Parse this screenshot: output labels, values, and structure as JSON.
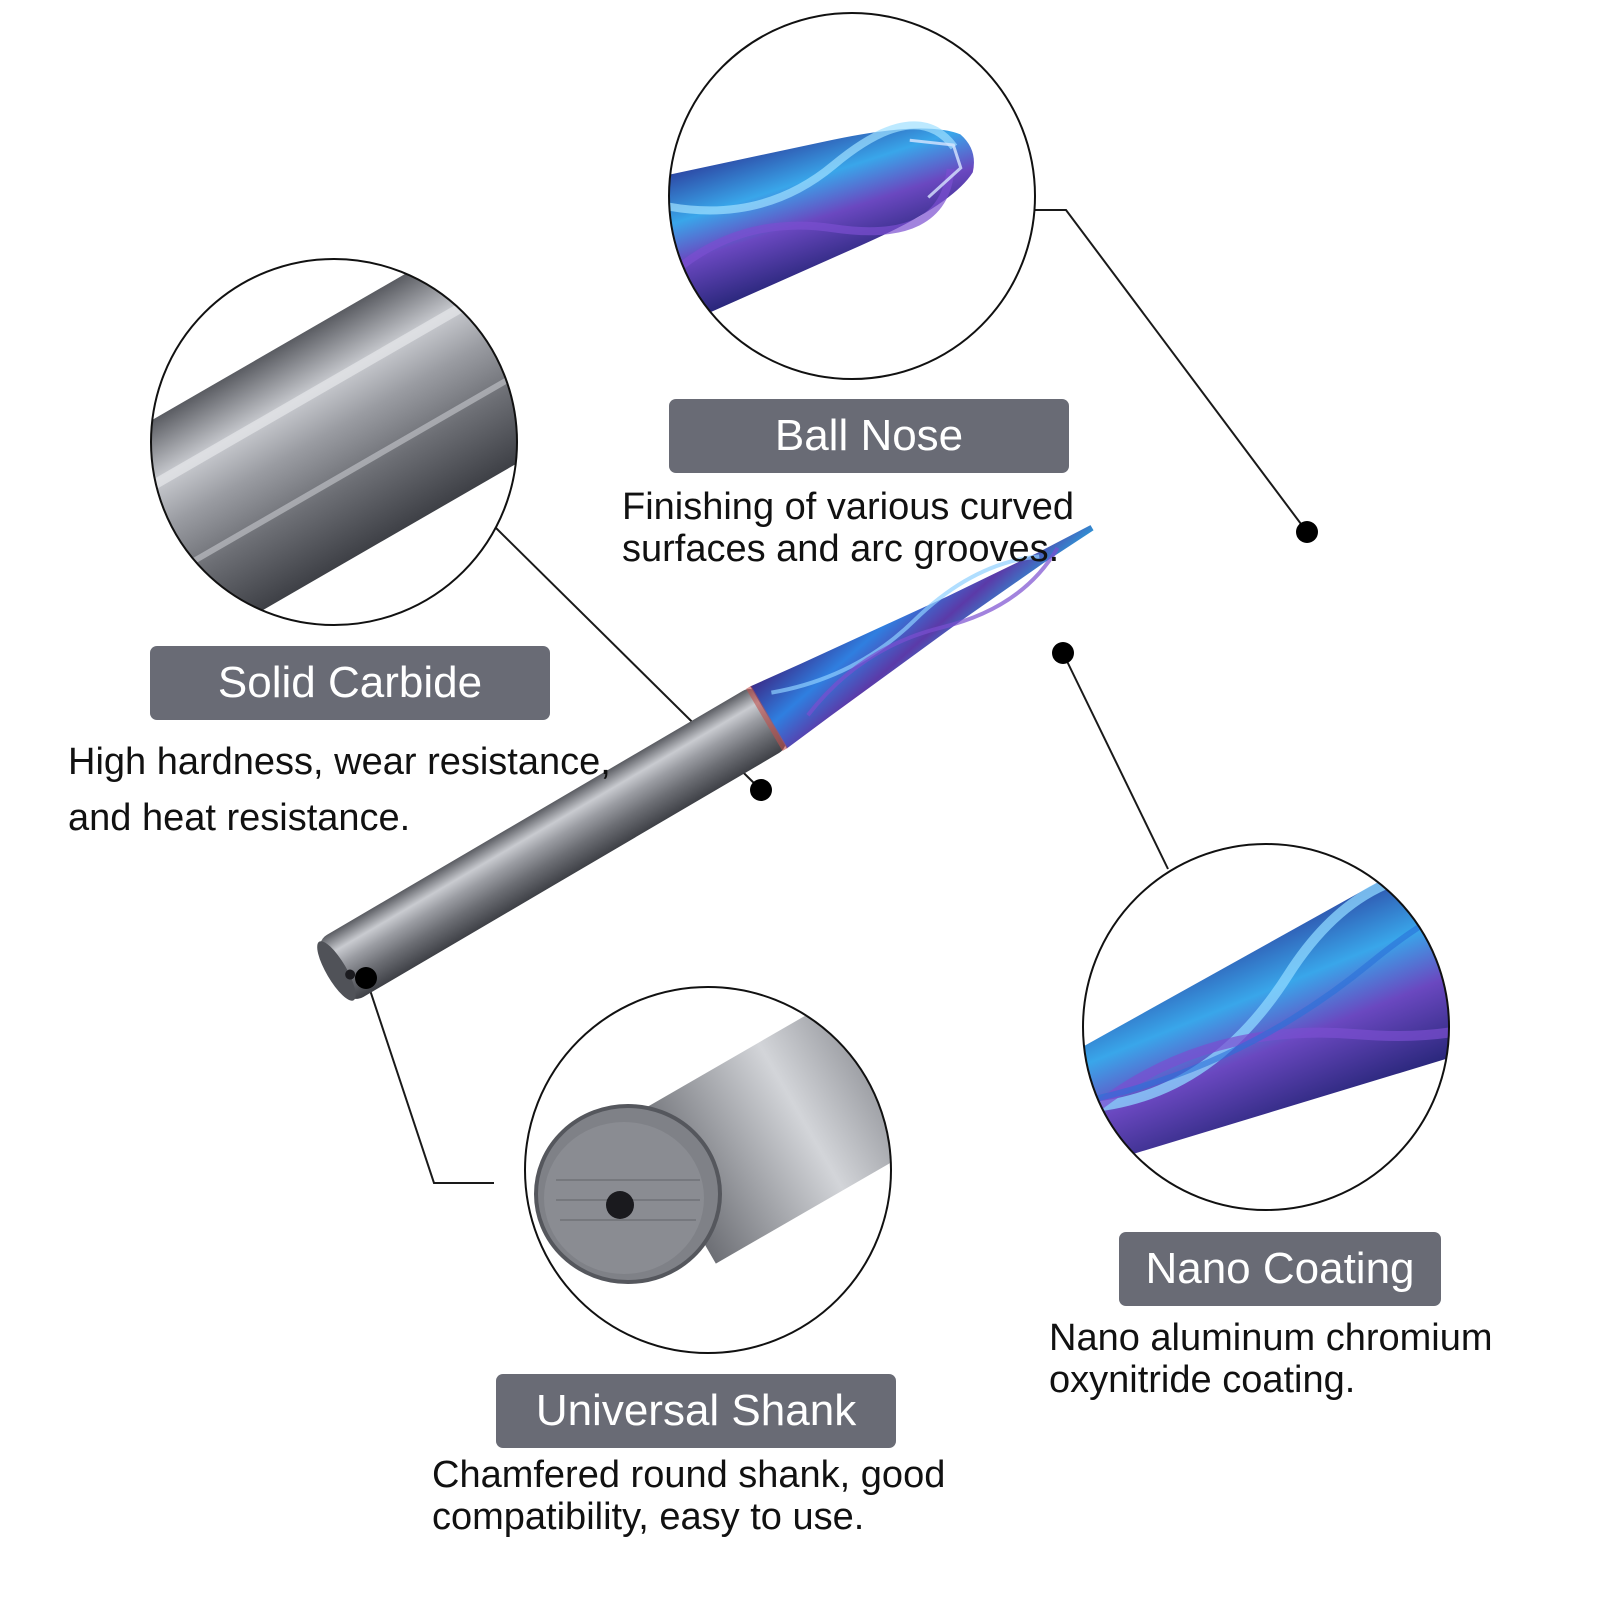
{
  "colors": {
    "label_bg": "#696b75",
    "label_text": "#ffffff",
    "desc_text": "#111111",
    "coating_blue": "#3a7ad8",
    "coating_purple": "#5b3aa8",
    "shank_gray": "#8e9096"
  },
  "features": {
    "ball_nose": {
      "title": "Ball Nose",
      "line1": "Finishing of various curved",
      "line2": "surfaces and arc grooves."
    },
    "solid_carbide": {
      "title": "Solid Carbide",
      "line1": "High hardness, wear resistance,",
      "line2": "and heat resistance."
    },
    "nano_coating": {
      "title": "Nano Coating",
      "line1": "Nano aluminum chromium",
      "line2": "oxynitride coating."
    },
    "universal_shank": {
      "title": "Universal Shank",
      "line1": "Chamfered round shank, good",
      "line2": "compatibility, easy to use."
    }
  }
}
